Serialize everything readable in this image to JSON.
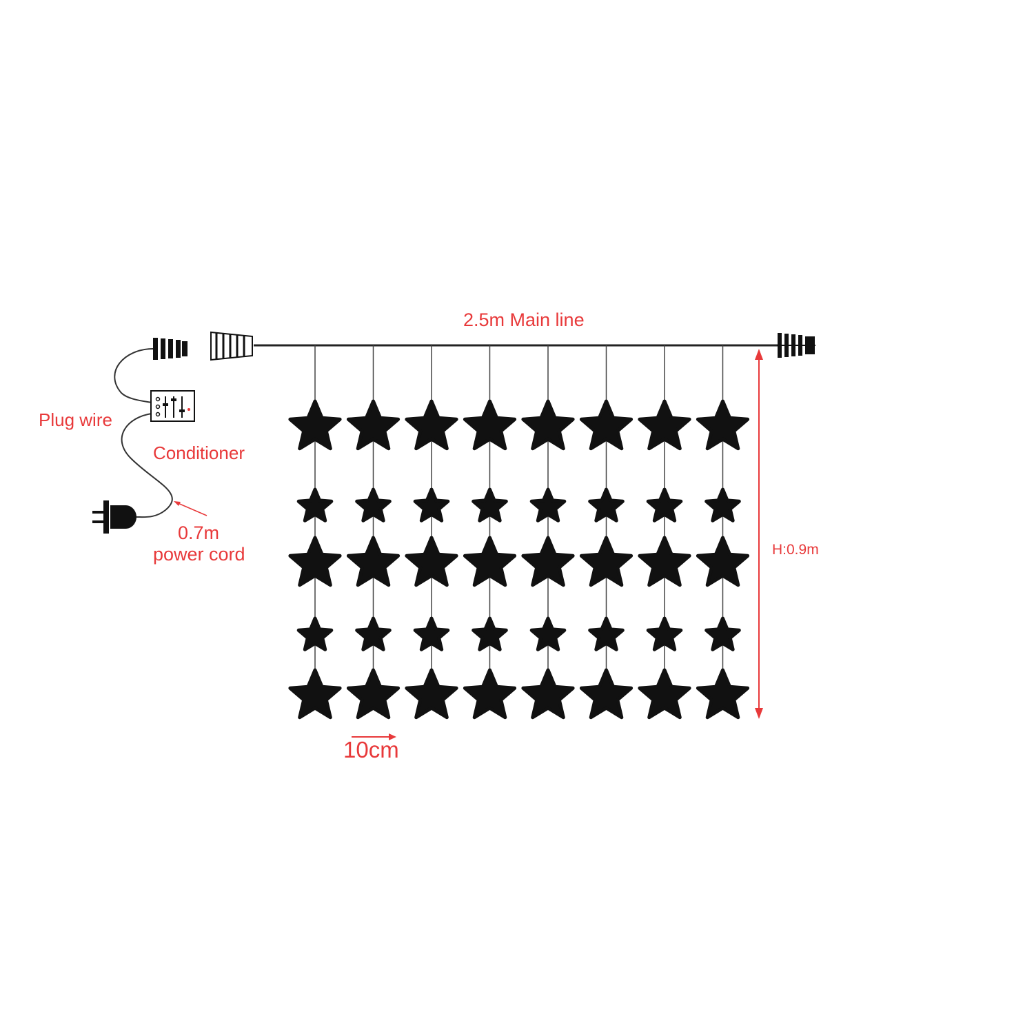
{
  "labels": {
    "main_line": "2.5m Main line",
    "plug_wire": "Plug wire",
    "conditioner": "Conditioner",
    "power_cord_length": "0.7m",
    "power_cord": "power cord",
    "height": "H:0.9m",
    "spacing": "10cm"
  },
  "colors": {
    "annotation": "#e8393a",
    "stars": "#111111",
    "wire": "#222222",
    "background": "#ffffff"
  },
  "star_grid": {
    "columns": 8,
    "rows": 5,
    "row_sizes": [
      "large",
      "small",
      "large",
      "small",
      "large"
    ]
  },
  "icons": [
    "end-connector-icon",
    "controller-icon",
    "power-plug-icon",
    "star-icon"
  ]
}
